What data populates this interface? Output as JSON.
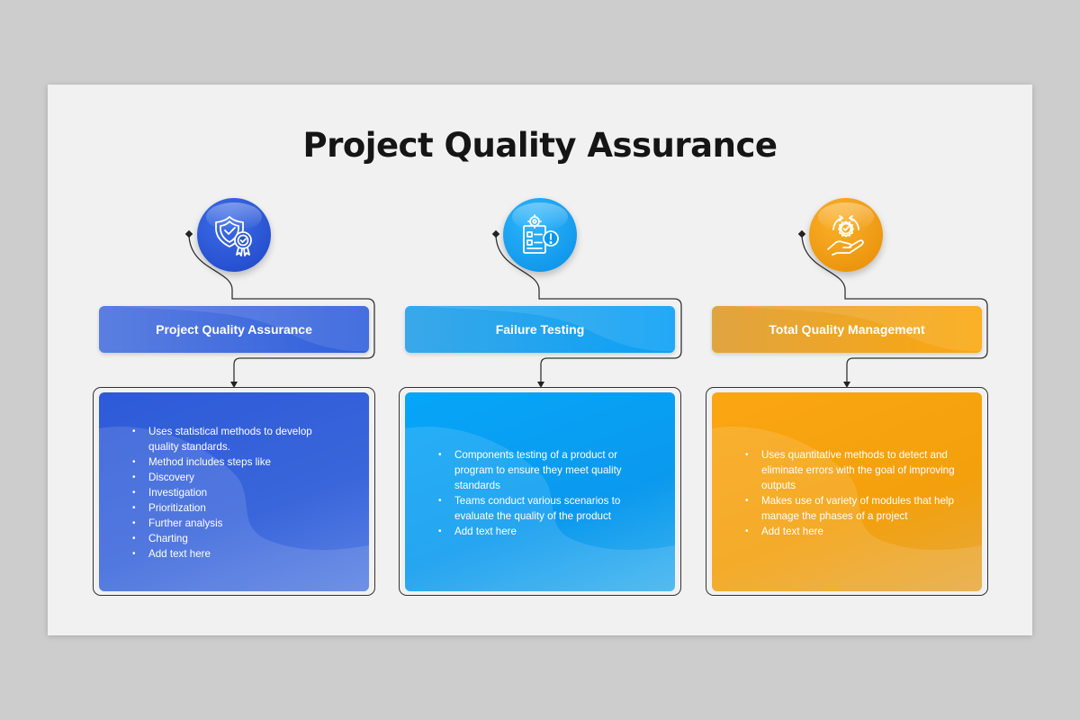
{
  "title": "Project Quality Assurance",
  "columns": [
    {
      "id": "project-quality-assurance",
      "heading": "Project Quality Assurance",
      "icon": "shield-badge-icon",
      "color": "#2d5ad8",
      "bullets": [
        "Uses statistical methods to develop quality standards.",
        "Method includes steps like",
        "Discovery",
        "Investigation",
        "Prioritization",
        "Further analysis",
        "Charting",
        "Add text here"
      ]
    },
    {
      "id": "failure-testing",
      "heading": "Failure Testing",
      "icon": "gear-checklist-alert-icon",
      "color": "#06a6f8",
      "bullets": [
        "Components testing of a product or program to ensure they meet quality standards",
        "Teams conduct various scenarios to evaluate the quality of the product",
        "Add text here"
      ]
    },
    {
      "id": "total-quality-management",
      "heading": "Total Quality Management",
      "icon": "hand-award-cycle-icon",
      "color": "#fba612",
      "bullets": [
        "Uses quantitative methods to detect and eliminate errors with the goal of improving outputs",
        "Makes use of variety of modules that help manage the phases of a project",
        "Add text here"
      ]
    }
  ]
}
